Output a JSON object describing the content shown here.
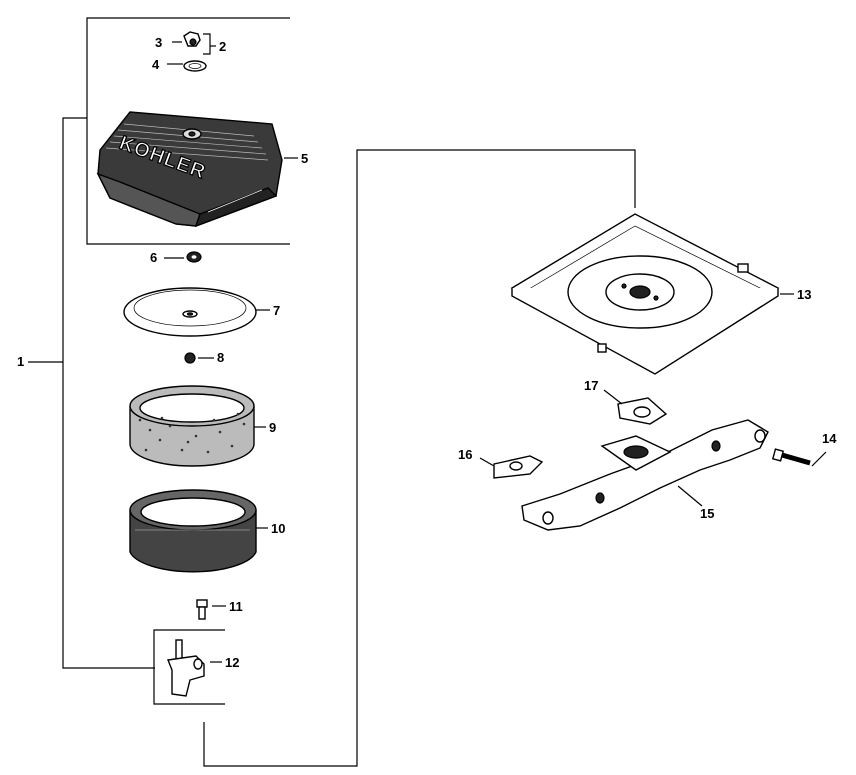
{
  "callouts": {
    "c1": "1",
    "c2": "2",
    "c3": "3",
    "c4": "4",
    "c5": "5",
    "c6": "6",
    "c7": "7",
    "c8": "8",
    "c9": "9",
    "c10": "10",
    "c11": "11",
    "c12": "12",
    "c13": "13",
    "c14": "14",
    "c15": "15",
    "c16": "16",
    "c17": "17"
  },
  "logo": {
    "text": "KOHLER"
  }
}
